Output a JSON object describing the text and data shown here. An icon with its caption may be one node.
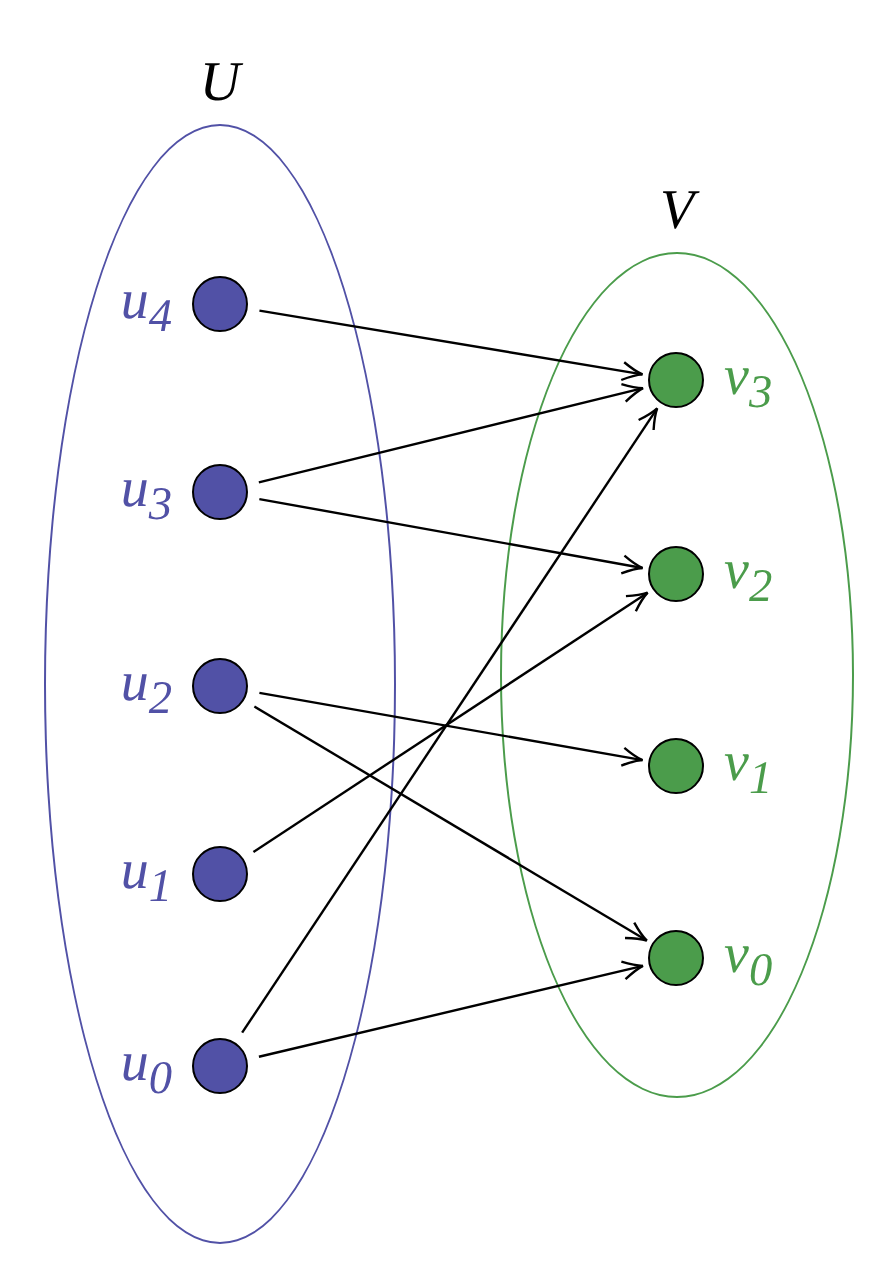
{
  "diagram": {
    "nodes": [
      {
        "text": [
          "U"
        ]
      },
      {
        "text": [
          "V"
        ]
      },
      {
        "text": [],
        "shape": "circle",
        "in": 0,
        "beside": [
          "u$_{4}$"
        ]
      },
      {
        "text": [],
        "shape": "circle",
        "in": 0,
        "beside": [
          "u$_{3}$"
        ]
      },
      {
        "text": [],
        "shape": "circle",
        "in": 0,
        "beside": [
          "u$_{2}$"
        ]
      },
      {
        "text": [],
        "shape": "circle",
        "in": 0,
        "beside": [
          "u$_{1}$"
        ]
      },
      {
        "text": [],
        "shape": "circle",
        "in": 0,
        "beside": [
          "u$_{0}$"
        ]
      },
      {
        "text": [],
        "shape": "circle",
        "in": 1,
        "beside": [
          "v$_{3}$"
        ]
      },
      {
        "text": [],
        "shape": "circle",
        "in": 1,
        "beside": [
          "v$_{2}$"
        ]
      },
      {
        "text": [],
        "shape": "circle",
        "in": 1,
        "beside": [
          "v$_{1}$"
        ]
      },
      {
        "text": [],
        "shape": "circle",
        "in": 1,
        "beside": [
          "v$_{0}$"
        ]
      }
    ],
    "edges": [
      {
        "from": 2,
        "to": 7,
        "arrow": "to"
      },
      {
        "from": 3,
        "to": 7,
        "arrow": "to"
      },
      {
        "from": 3,
        "to": 8,
        "arrow": "to"
      },
      {
        "from": 4,
        "to": 9,
        "arrow": "to"
      },
      {
        "from": 4,
        "to": 10,
        "arrow": "to"
      },
      {
        "from": 5,
        "to": 8,
        "arrow": "to"
      },
      {
        "from": 6,
        "to": 7,
        "arrow": "to"
      },
      {
        "from": 6,
        "to": 10,
        "arrow": "to"
      }
    ]
  }
}
